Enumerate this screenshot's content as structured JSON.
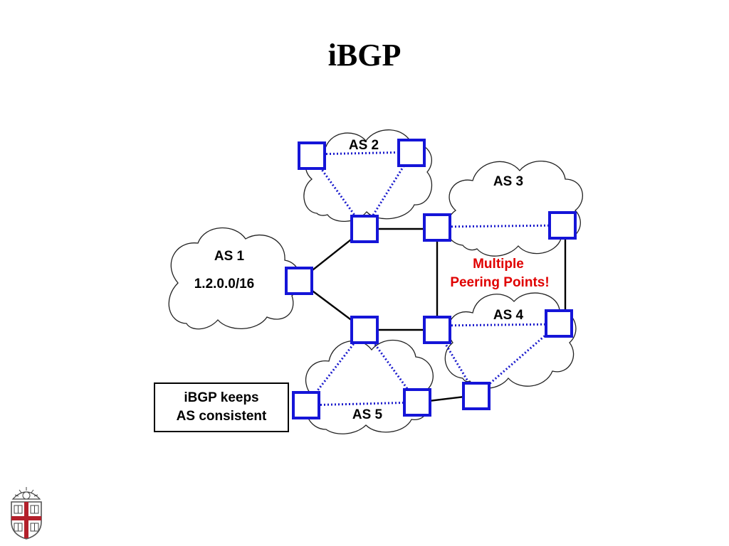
{
  "slide": {
    "title": "iBGP"
  },
  "diagram": {
    "as1": {
      "name": "AS 1",
      "prefix": "1.2.0.0/16"
    },
    "as2": {
      "name": "AS 2"
    },
    "as3": {
      "name": "AS 3"
    },
    "as4": {
      "name": "AS 4"
    },
    "as5": {
      "name": "AS 5"
    },
    "peering_note": {
      "line1": "Multiple",
      "line2": "Peering Points!"
    },
    "box_note": "iBGP keeps\nAS consistent"
  },
  "colors": {
    "router_border": "#1515d8",
    "ibgp_link": "#1a1acc",
    "ebgp_link": "#000000",
    "warning_text": "#e00000"
  },
  "icons": {
    "logo": "university-shield-icon"
  }
}
